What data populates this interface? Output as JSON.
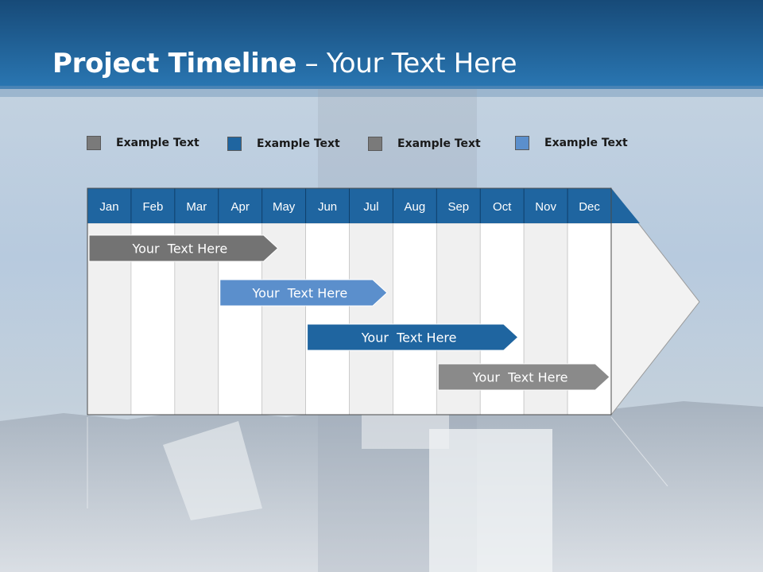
{
  "slide": {
    "title_bold": "Project Timeline",
    "title_rest": " – Your Text Here"
  },
  "legend": [
    {
      "label": "Example Text",
      "color": "#7a7a7a"
    },
    {
      "label": "Example Text",
      "color": "#1f65a0"
    },
    {
      "label": "Example Text",
      "color": "#7a7a7a"
    },
    {
      "label": "Example Text",
      "color": "#5b8fcc"
    }
  ],
  "months": [
    "Jan",
    "Feb",
    "Mar",
    "Apr",
    "May",
    "Jun",
    "Jul",
    "Aug",
    "Sep",
    "Oct",
    "Nov",
    "Dec"
  ],
  "tasks": [
    {
      "label": "Your  Text Here",
      "start_month": 1.0,
      "end_month": 4.4,
      "color": "#737373"
    },
    {
      "label": "Your  Text Here",
      "start_month": 4.0,
      "end_month": 6.9,
      "color": "#5b8fcc"
    },
    {
      "label": "Your  Text Here",
      "start_month": 6.0,
      "end_month": 9.9,
      "color": "#1f65a0"
    },
    {
      "label": "Your  Text Here",
      "start_month": 9.0,
      "end_month": 12.0,
      "color": "#8a8a8a"
    }
  ],
  "colors": {
    "header": "#1f65a0",
    "column_light": "#f0f0f0",
    "column_white": "#ffffff"
  }
}
